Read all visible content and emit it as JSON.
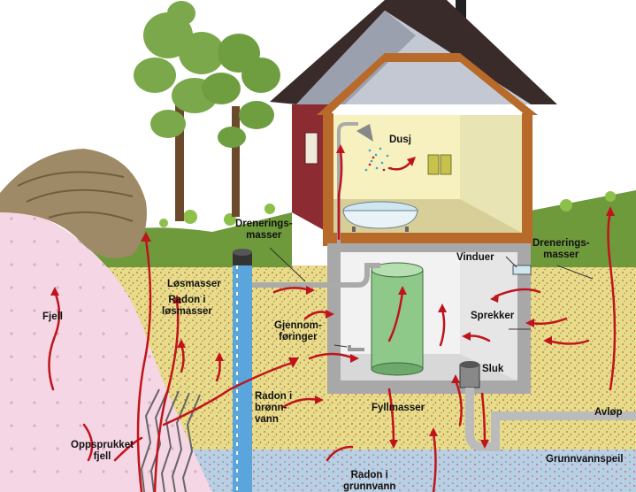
{
  "colors": {
    "sky": "#ffffff",
    "loose_soil": "#e8dc8a",
    "fill_soil": "#efe7b4",
    "rock": "#f5d6e4",
    "groundwater": "#b9cfe3",
    "grass": "#6f9a3c",
    "wall": "#8d2b33",
    "frame": "#b86a2b",
    "roof": "#3a2b2b",
    "radon_arrow": "#c0141c",
    "tank": "#8ec98a",
    "well": "#5aa6dc"
  },
  "labels": {
    "dusj": "Dusj",
    "dreneringsmasser_1": "Drenerings-\nmasser",
    "dreneringsmasser_2": "Drenerings-\nmasser",
    "losmasser": "Løsmasser",
    "radon_losmasser": "Radon i\nløsmasser",
    "fjell": "Fjell",
    "gjennomforinger": "Gjennom-\nføringer",
    "vinduer": "Vinduer",
    "sprekker": "Sprekker",
    "sluk": "Sluk",
    "fyllmasser": "Fyllmasser",
    "avlop": "Avløp",
    "radon_bronnvann": "Radon i\nbrønn-\nvann",
    "oppsprukket_fjell": "Oppsprukket\nfjell",
    "radon_grunnvann": "Radon i\ngrunnvann",
    "grunnvannspeil": "Grunnvannspeil"
  }
}
